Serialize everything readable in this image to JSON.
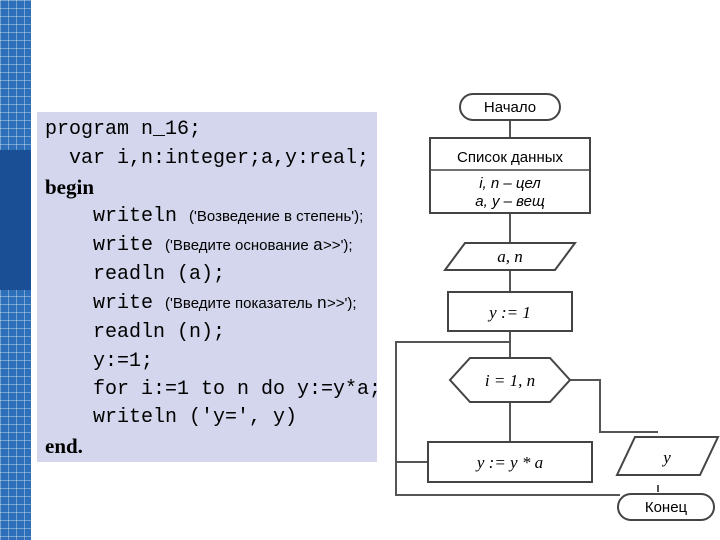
{
  "code": {
    "line1": "program n_16;",
    "line2": "  var i,n:integer;a,y:real;",
    "line3": "begin",
    "line4_code": "    writeln ",
    "line4_text": "('Возведение в степень');",
    "line5_code": "    write ",
    "line5_text": "('Введите основание ",
    "line5_var": "a",
    "line5_tail": ">>');",
    "line6": "    readln (a);",
    "line7_code": "    write ",
    "line7_text": "('Введите показатель ",
    "line7_var": "n",
    "line7_tail": ">>');",
    "line8": "    readln (n);",
    "line9": "    y:=1;",
    "line10": "    for i:=1 to n do y:=y*a;",
    "line11": "    writeln ('y=', y)",
    "line12": "end."
  },
  "flowchart": {
    "start": "Начало",
    "data_title": "Список данных",
    "data_line1": "i, n – цел",
    "data_line2": "a, y – вещ",
    "input": "a, n",
    "init": "y := 1",
    "loop": "i = 1, n",
    "body": "y := y * a",
    "output": "y",
    "end": "Конец"
  }
}
